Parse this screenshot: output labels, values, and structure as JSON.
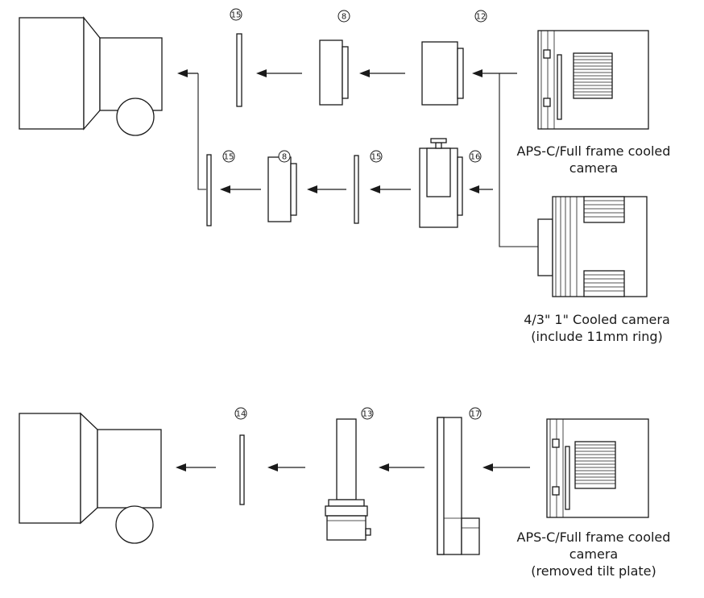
{
  "labels": {
    "n8": "8",
    "n12": "12",
    "n13": "13",
    "n14": "14",
    "n15": "15",
    "n16": "16",
    "n17": "17"
  },
  "captions": {
    "apsc_top_line1": "APS-C/Full frame cooled",
    "apsc_top_line2": "camera",
    "cam43_line1": "4/3\" 1\" Cooled camera",
    "cam43_line2": "(include 11mm ring)",
    "apsc_bottom_line1": "APS-C/Full frame cooled",
    "apsc_bottom_line2": "camera",
    "apsc_bottom_line3": "(removed tilt plate)"
  }
}
